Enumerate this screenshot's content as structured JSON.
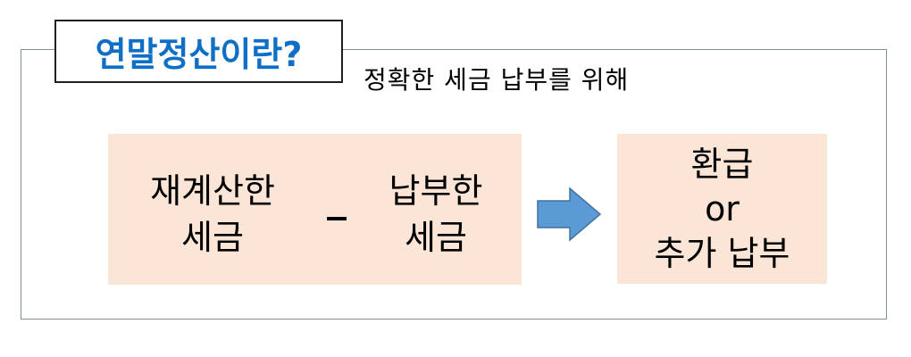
{
  "title": "연말정산이란?",
  "subtitle": "정확한 세금 납부를 위해",
  "formula": {
    "left_term": [
      "재계산한",
      "세금"
    ],
    "operator": "-",
    "right_term": [
      "납부한",
      "세금"
    ]
  },
  "result": {
    "line1": "환급",
    "line2": "or",
    "line3": "추가 납부"
  },
  "colors": {
    "title": "#0f6fc6",
    "box_fill": "#fbe5d6",
    "arrow_fill": "#5b9bd5",
    "arrow_stroke": "#41719c",
    "frame_border": "#7f8c99"
  },
  "icons": {
    "arrow": "right-arrow-icon"
  }
}
